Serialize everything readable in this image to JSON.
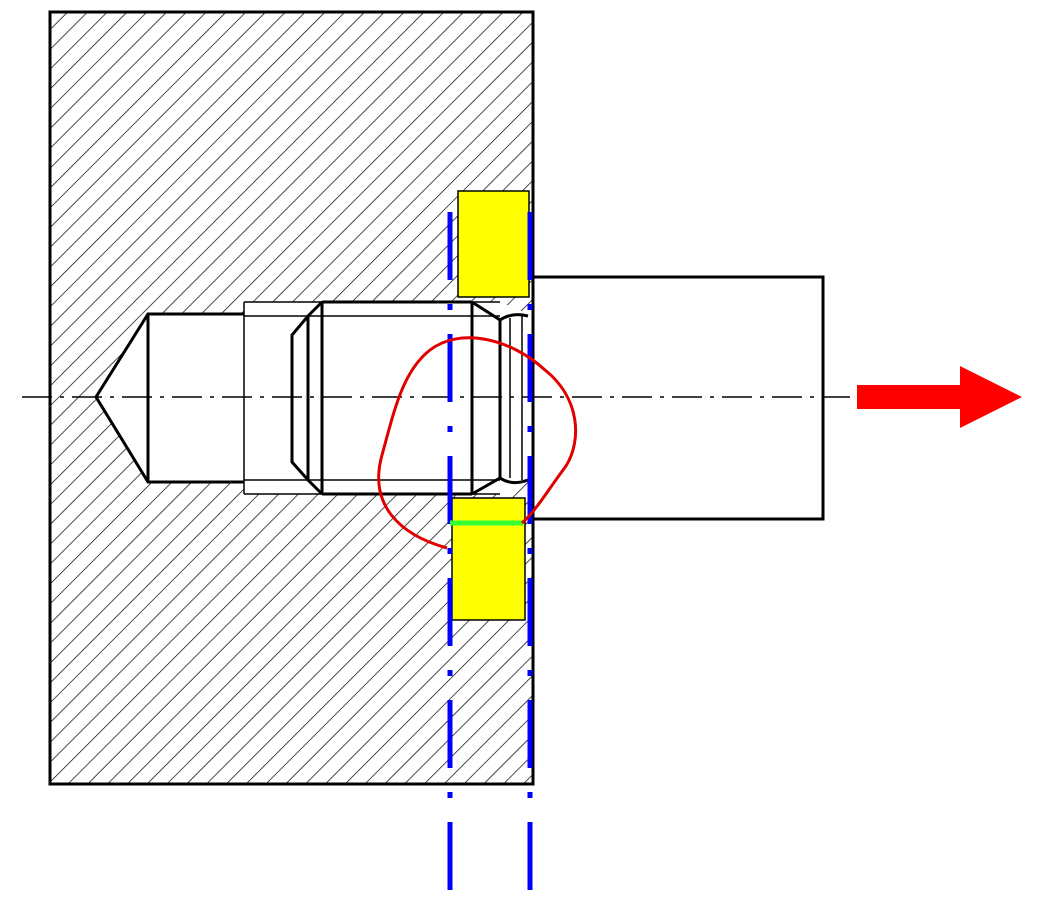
{
  "colors": {
    "background": "#ffffff",
    "outline": "#000000",
    "hatch": "#000000",
    "washer_fill": "#ffff00",
    "plane_lines": "#0000ff",
    "highlight_circle": "#e00000",
    "contact_line": "#33ff33",
    "force_arrow": "#ff0000"
  },
  "elements": {
    "hatched_block": "hatched-section-block",
    "threaded_hole": "threaded-hole",
    "bolt_shank": "bolt-shank",
    "washer_top": "washer-top",
    "washer_bottom": "washer-bottom",
    "plane_left": "blue-dashdot-plane-left",
    "plane_right": "blue-dashdot-plane-right",
    "centerline": "centerline",
    "highlight": "red-highlight-loop",
    "contact": "green-contact-line",
    "force": "pull-force-arrow-icon"
  }
}
